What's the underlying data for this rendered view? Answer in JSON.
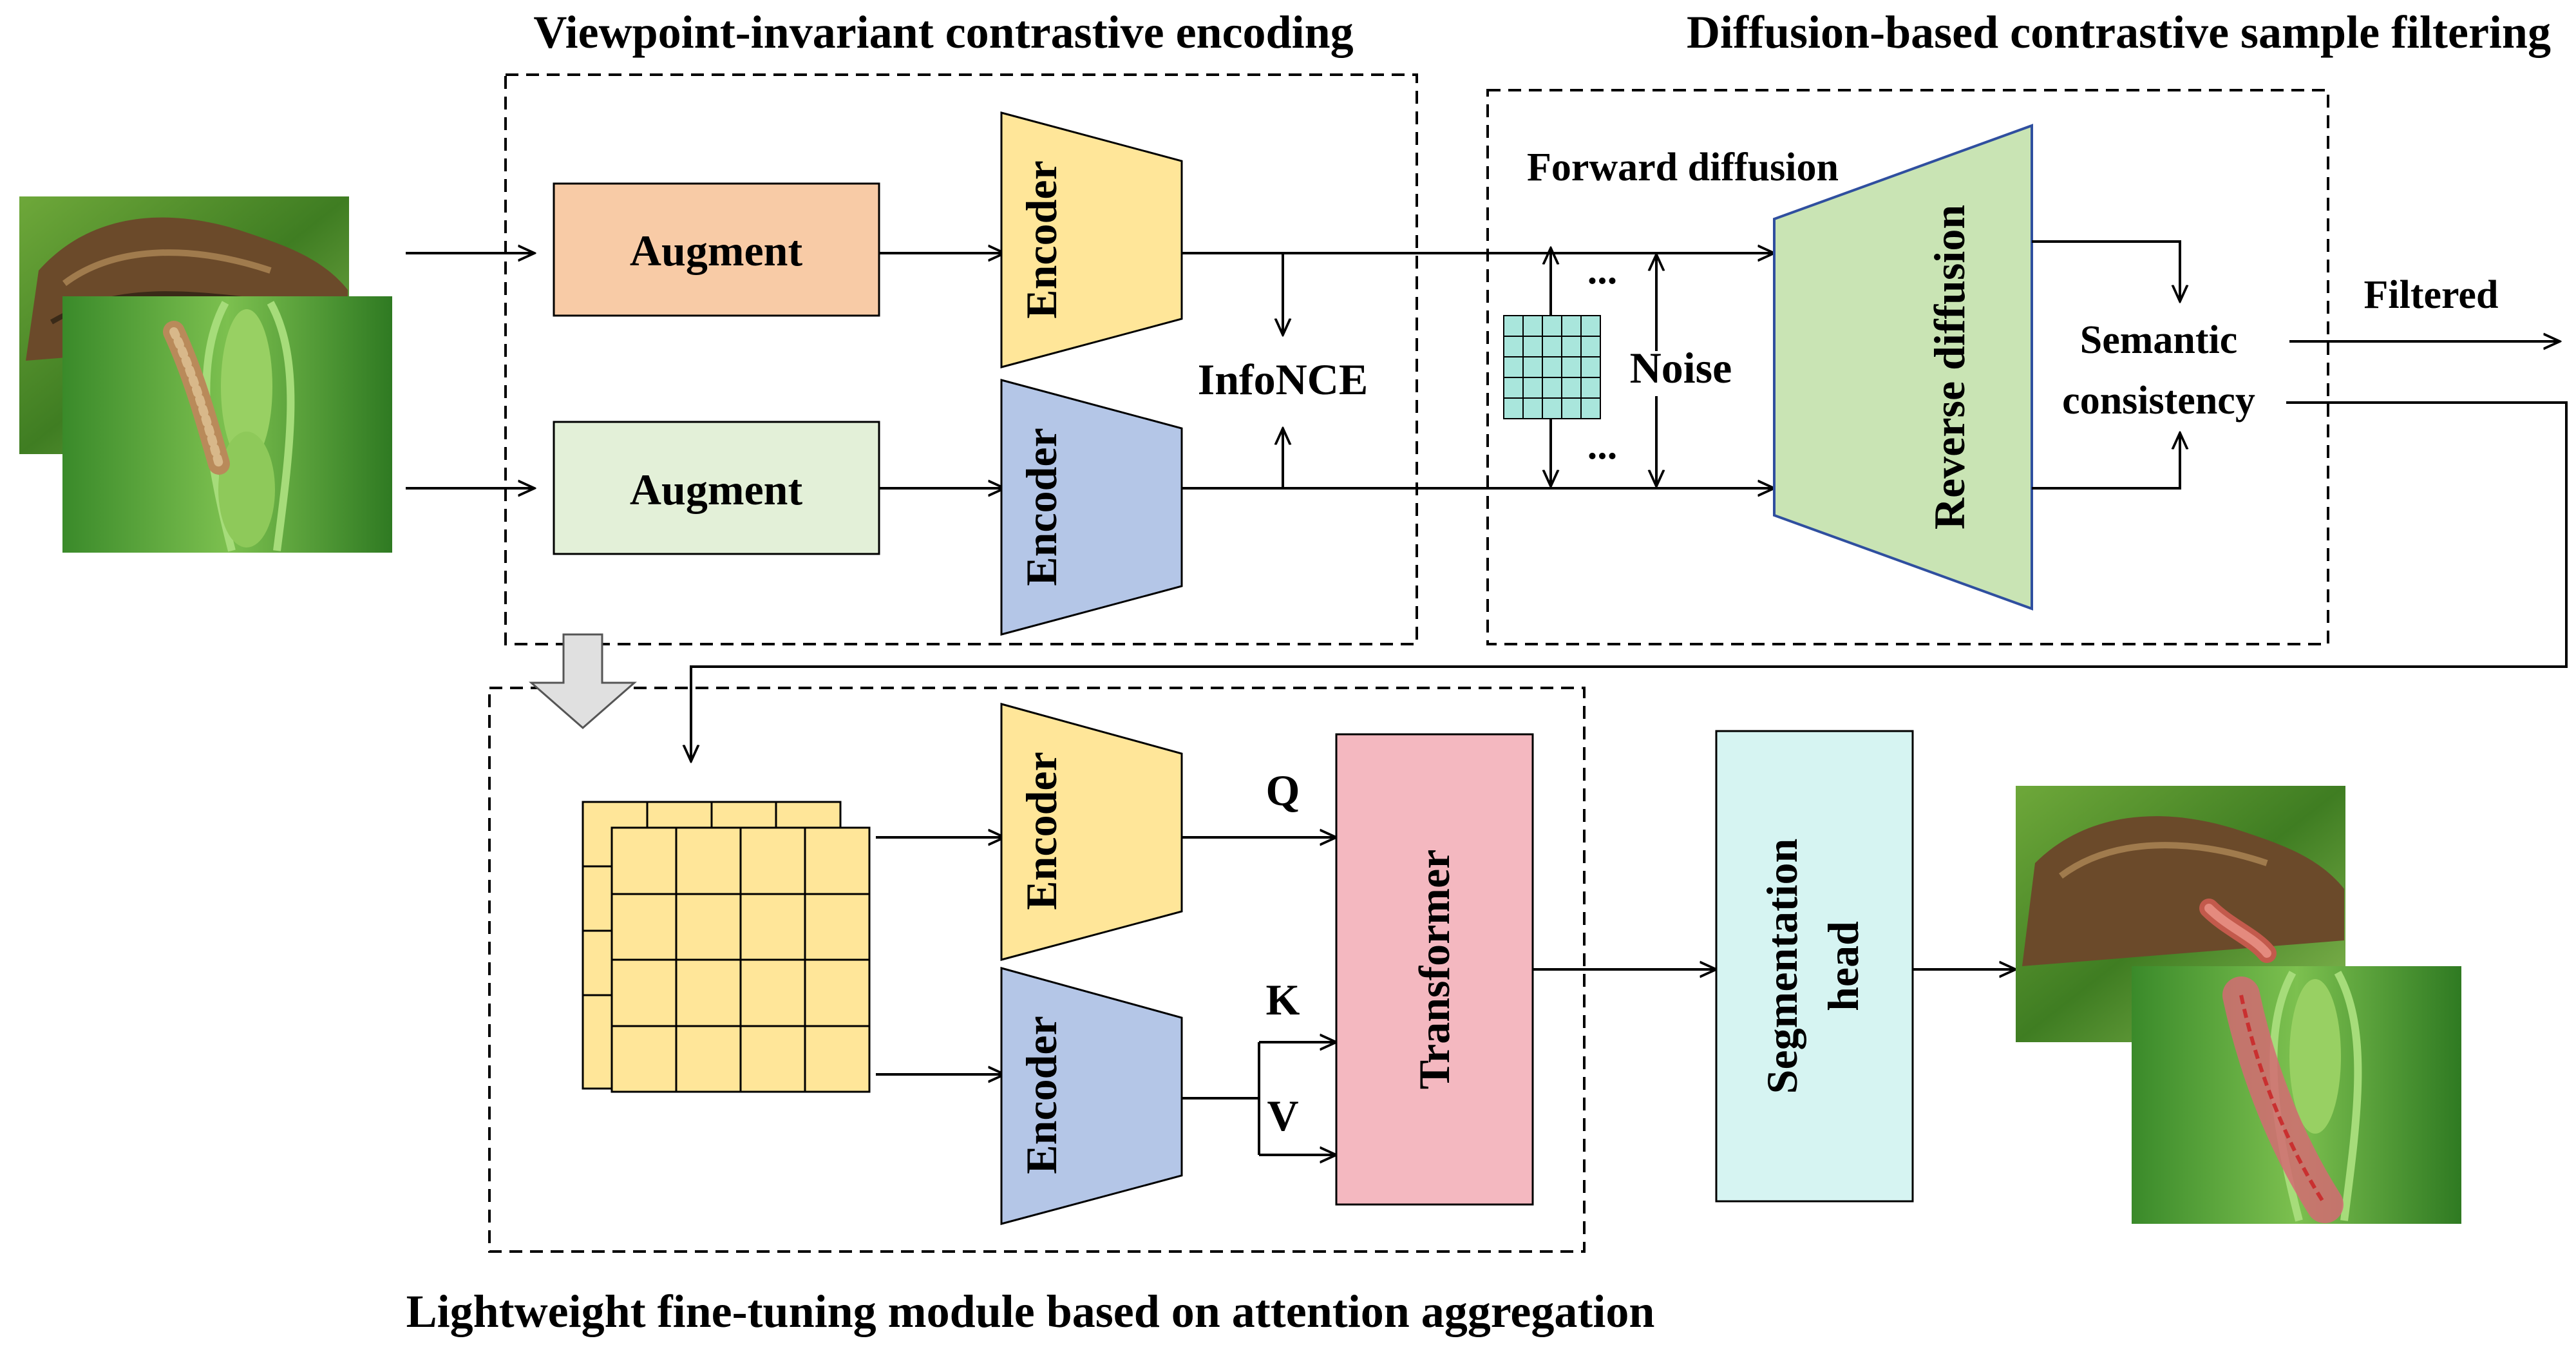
{
  "sections": {
    "encoding_title": "Viewpoint-invariant contrastive encoding",
    "filtering_title": "Diffusion-based contrastive sample filtering",
    "finetune_title": "Lightweight fine-tuning module based on attention aggregation"
  },
  "encoding": {
    "augment_top": "Augment",
    "augment_bottom": "Augment",
    "encoder_top": "Encoder",
    "encoder_bottom": "Encoder",
    "loss": "InfoNCE"
  },
  "filtering": {
    "forward": "Forward diffusion",
    "noise": "Noise",
    "dots": "...",
    "reverse": "Reverse diffusion",
    "semantic_line1": "Semantic",
    "semantic_line2": "consistency",
    "filtered": "Filtered"
  },
  "finetune": {
    "encoder_q": "Encoder",
    "encoder_kv": "Encoder",
    "q": "Q",
    "k": "K",
    "v": "V",
    "transformer": "Transformer",
    "seg_line1": "Segmentation",
    "seg_line2": "head"
  },
  "colors": {
    "augment_top": "#f8cba6",
    "augment_bottom": "#e3f0d8",
    "encoder_yellow": "#ffe699",
    "encoder_blue": "#b4c6e7",
    "reverse": "#c9e4b4",
    "noise_grid": "#a9e6dc",
    "transformer": "#f4b8c0",
    "seg_head": "#d6f4f2"
  }
}
